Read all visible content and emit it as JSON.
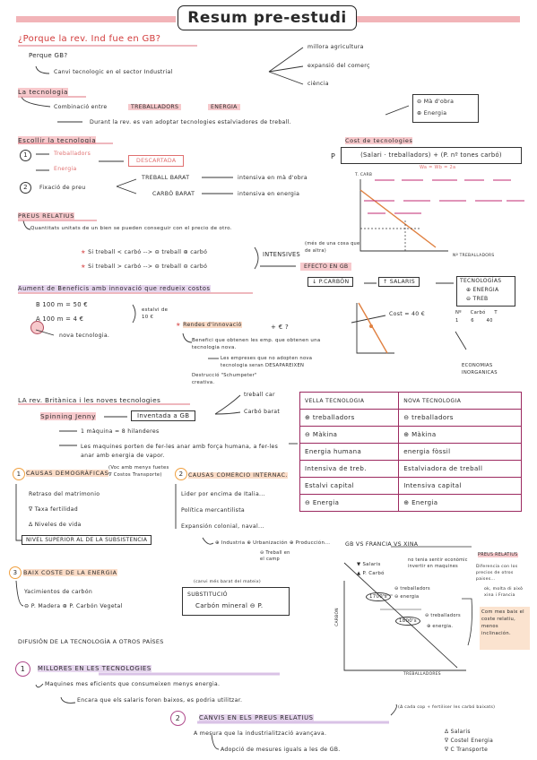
{
  "title": "Resum pre-estudi",
  "q_gb": "¿Porque la rev. Ind fue en GB?",
  "perque_gb": "Perque GB?",
  "canvi_tec": "Canvi tecnologic en el sector Industrial",
  "branch1": "millora agricultura",
  "branch2": "expansió del comerç",
  "branch3": "ciència",
  "tecnologia_h": "La tecnologia",
  "combinacio": "Combinació entre",
  "treballadors_lbl": "TREBALLADORS",
  "energia_lbl": "ENERGIA",
  "durant": "Durant la rev. es van adoptar tecnologies estalviadores de treball.",
  "ma_obra": "Mà d'obra",
  "energia_plus": "Energia",
  "escollir": "Escollir la tecnologia",
  "trab_plus": "Treballadors",
  "energia_minus": "Energia",
  "descartada": "DESCARTADA",
  "fixacio": "Fixació de preu",
  "treball_barat": "TREBALL BARAT",
  "carbo_barat": "CARBÓ BARAT",
  "intensiva_ma": "intensiva en mà d'obra",
  "intensiva_en": "intensiva en energia",
  "cost_tec": "Cost de tecnologies",
  "formula": "(Salari · treballadors) + (P. nº tones carbó)",
  "formula_p": "P",
  "wa_label": "Wa = Wb = 2a",
  "graph_y": "T. CARB",
  "graph_x": "Nº TREBALLADORS",
  "preus_rel": "PREUS RELATIUS",
  "quantitats": "Quantitats unitats de un bien se pueden conseguir con el precio de otro.",
  "if1": "Si treball < carbó --> ⊖ treball ⊕ carbó",
  "if2": "Si treball > carbó --> ⊖ treball ⊖ carbó",
  "intensives": "INTENSIVES",
  "mes_una": "(més de una cosa que de altra)",
  "efecto_gb": "EFECTO EN GB",
  "aument": "Aument de Beneficis amb innovació que redueix costos",
  "b_row": "B    100 m = 50 €",
  "a_row": "A    100 m = 4 €",
  "estalvi": "estalvi de 10 €",
  "nova_tec": "nova tecnologia.",
  "pcarbo": "↓ P.CARBÓN",
  "salaris": "↑ SALARIS",
  "tecnologias": "TECNOLOGÍAS",
  "tec_energia": "⊕ ENERGIA",
  "tec_treb": "⊖ TREB",
  "rendes": "Rendes d'innovació",
  "mes_e": "+ € ?",
  "benefici": "Benefici que obtenen les emp. que obtenen una tecnologia nova.",
  "les_empreses": "Les empreses que no adopten nova tecnologia seran DESAPAREIXEN",
  "destruccio": "Destrucció \"Schumpeter\" creativa.",
  "cost_40": "Cost = 40 €",
  "nums_cols": [
    "Nº",
    "Carbó",
    "T"
  ],
  "nums_vals": [
    "1",
    "6",
    "40"
  ],
  "economias": "ECONOMIAS INORGANICAS",
  "rev_brit": "LA rev. Britànica i les noves tecnologies",
  "treball_car": "treball car",
  "carbo_barat2": "Carbó barat",
  "spinning": "Spinning Jenny",
  "inventada": "Inventada a GB",
  "maquina": "1 màquina = 8 hilanderes",
  "maquines": "Les maquines porten de fer-les anar amb força humana, a fer-les anar amb energia de vapor.",
  "table_head": [
    "VELLA TECNOLOGIA",
    "NOVA TECNOLOGIA"
  ],
  "table_rows": [
    [
      "⊕ treballadors",
      "⊖ treballadors"
    ],
    [
      "⊖ Màkina",
      "⊕ Màkina"
    ],
    [
      "Energia humana",
      "energia fòssil"
    ],
    [
      "Intensiva de treb.",
      "Estalviadora de treball"
    ],
    [
      "Estalvi capital",
      "Intensiva capital"
    ],
    [
      "⊖ Energia",
      "⊕ Energia"
    ]
  ],
  "causas_dem": "CAUSAS DEMOGRÀFICAS",
  "causas_com": "CAUSAS COMERCIO INTERNAC.",
  "causes_num1": "1",
  "causes_num2": "2",
  "dem_note": "(Voc amb menys fuetes ∇ Costos Transporte)",
  "dem1": "Retraso del matrimonio",
  "dem2": "∇ Taxa fertilidad",
  "dem3": "Δ Niveles de vida",
  "dem_nivell": "NIVEL SUPERIOR AL DE LA SUBSISTENCIA",
  "com1": "Lider por encima de Italia...",
  "com2": "Política mercantilista",
  "com3": "Expansión colonial, naval...",
  "industria_line": "⊕ Industria ⊕ Urbanización ⊕ Producción...",
  "treball_camp": "⊖ Treball en el camp",
  "bajo_coste": "BAIX COSTE DE LA ENERGIA",
  "causes_num3": "3",
  "yacimientos": "Yacimientos de carbón",
  "p_madera": "⊖ P. Madera ⊕ P. Carbón Vegetal",
  "canvi_baix": "(canvi més barat del mateix)",
  "substitucio": "SUBSTITUCIÓ",
  "carbon_mineral": "Carbón mineral ⊖ P.",
  "difusion": "DIFUSIÓN DE LA TECNOLOGÍA A OTROS PAÍSES",
  "gb_vs": "GB VS FRANCIA VS XINA",
  "salaris2": "▼ Salaris",
  "p_carbo2": "▲ P. Carbó",
  "no_tenia": "no tenia sentir econòmic invertir en maquines",
  "y1700": "1700's",
  "y1800": "1800's",
  "treb_1700": "⊖ treballadors",
  "en_1700": "⊖ energia",
  "treb_1800": "⊖ treballadors",
  "en_1800": "⊕ energia.",
  "graph2_y": "CARBÓN",
  "graph2_x": "TREBALLADORES",
  "preus_rel2": "PREUS RELATIUS",
  "diferencia": "Diferencia con los precios de otros paises...",
  "ok_mes": "ok, molta di això xina i Francia",
  "com_mes": "Com mes baix el coste relatiu, menos inclinación.",
  "millores": "MILLORES EN LES TECNOLOGIES",
  "num_1": "1",
  "maquines_mes": "Maquines mes eficients que consumeixen menys energia.",
  "encara": "Encara que els salaris foren baixos, es podria utilitzar.",
  "canvis": "CANVIS EN ELS PREUS RELATIUS",
  "num_2": "2",
  "delta_cost": "(Δ cada cop + fertiliser les carbó baixats)",
  "a_mesura": "A mesura que la industrialització avançava.",
  "adopcio": "Adopció de mesures iguals a les de GB.",
  "right_list": [
    "Δ Salaris",
    "∇ Costel Energia",
    "∇ C Transporte"
  ]
}
